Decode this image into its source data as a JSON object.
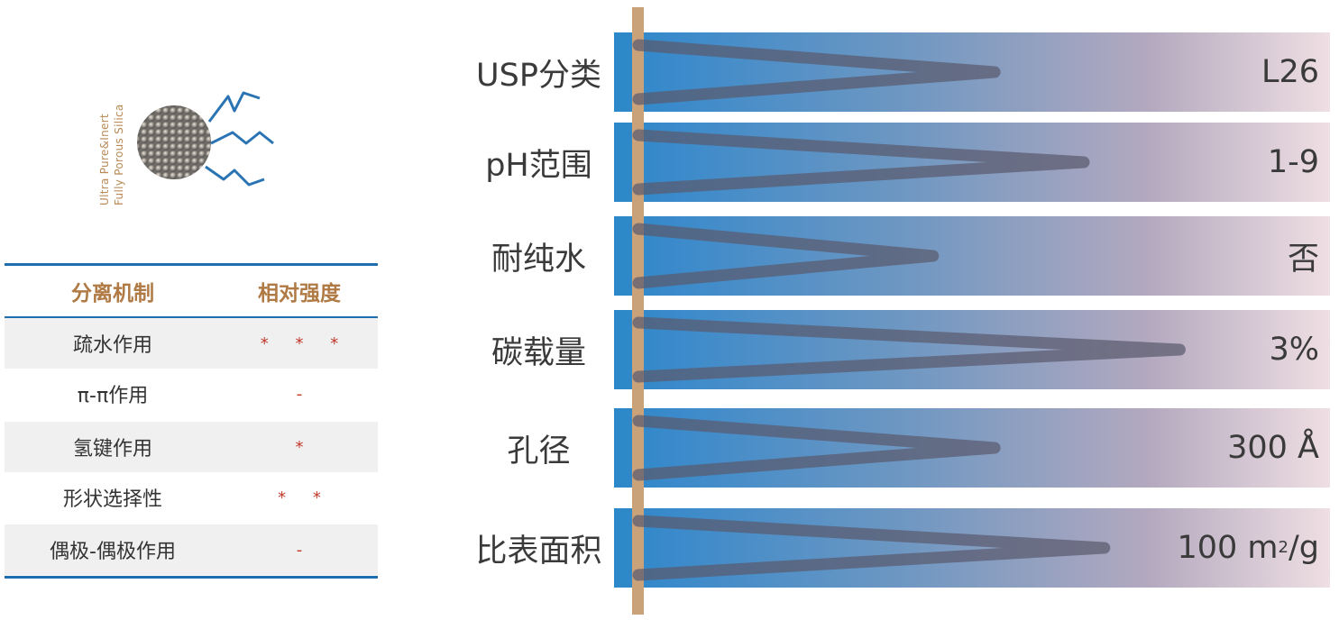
{
  "particle": {
    "caption_line1": "Ultra Pure&Inert",
    "caption_line2": "Fully Porous Silica"
  },
  "table": {
    "headers": [
      "分离机制",
      "相对强度"
    ],
    "rows": [
      {
        "mechanism": "疏水作用",
        "strength": "* * *"
      },
      {
        "mechanism": "π-π作用",
        "strength": "-"
      },
      {
        "mechanism": "氢键作用",
        "strength": "*"
      },
      {
        "mechanism": "形状选择性",
        "strength": "* *"
      },
      {
        "mechanism": "偶极-偶极作用",
        "strength": "-"
      }
    ]
  },
  "specs": [
    {
      "label": "USP分类",
      "value": "L26",
      "wedge": 0.52
    },
    {
      "label": "pH范围",
      "value": "1-9",
      "wedge": 0.65
    },
    {
      "label": "耐纯水",
      "value": "否",
      "wedge": 0.43
    },
    {
      "label": "碳载量",
      "value": "3%",
      "wedge": 0.79
    },
    {
      "label": "孔径",
      "value": "300 Å",
      "wedge": 0.52
    },
    {
      "label": "比表面积",
      "value_main": "100 m",
      "value_sup": "2",
      "value_tail": "/g",
      "wedge": 0.68
    }
  ],
  "colors": {
    "accent_blue": "#1f6fb0",
    "header_brown": "#b07a45",
    "star_red": "#c0392b",
    "spine_tan": "#c9a27a"
  }
}
